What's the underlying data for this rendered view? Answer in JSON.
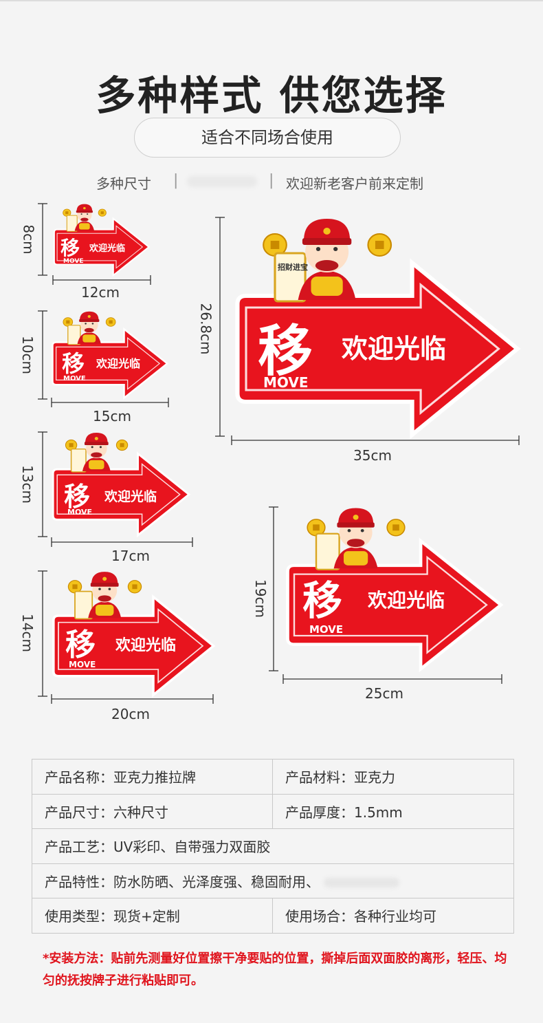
{
  "header": {
    "title": "多种样式 供您选择",
    "subtitle": "适合不同场合使用",
    "feature_left": "多种尺寸",
    "feature_right": "欢迎新老客户前来定制",
    "separator": "|"
  },
  "sign": {
    "big_char": "移",
    "script_text": "欢迎光临",
    "move_text": "MOVE",
    "scroll_text": "招财进宝"
  },
  "sizes": [
    {
      "height": "8cm",
      "width": "12cm"
    },
    {
      "height": "10cm",
      "width": "15cm"
    },
    {
      "height": "13cm",
      "width": "17cm"
    },
    {
      "height": "14cm",
      "width": "20cm"
    },
    {
      "height": "26.8cm",
      "width": "35cm"
    },
    {
      "height": "19cm",
      "width": "25cm"
    }
  ],
  "specs": {
    "name": "产品名称：亚克力推拉牌",
    "material": "产品材料：亚克力",
    "size": "产品尺寸：六种尺寸",
    "thickness": "产品厚度：1.5mm",
    "craft": "产品工艺：UV彩印、自带强力双面胶",
    "feature": "产品特性：防水防晒、光泽度强、稳固耐用、",
    "usage_type": "使用类型：现货+定制",
    "usage_place": "使用场合：各种行业均可"
  },
  "note": "*安装方法：贴前先测量好位置擦干净要贴的位置，撕掉后面双面胶的离形，轻压、均匀的抚按牌子进行粘贴即可。",
  "colors": {
    "sign_red": "#e8141e",
    "note_red": "#e0141d",
    "gold": "#f3c21b"
  }
}
